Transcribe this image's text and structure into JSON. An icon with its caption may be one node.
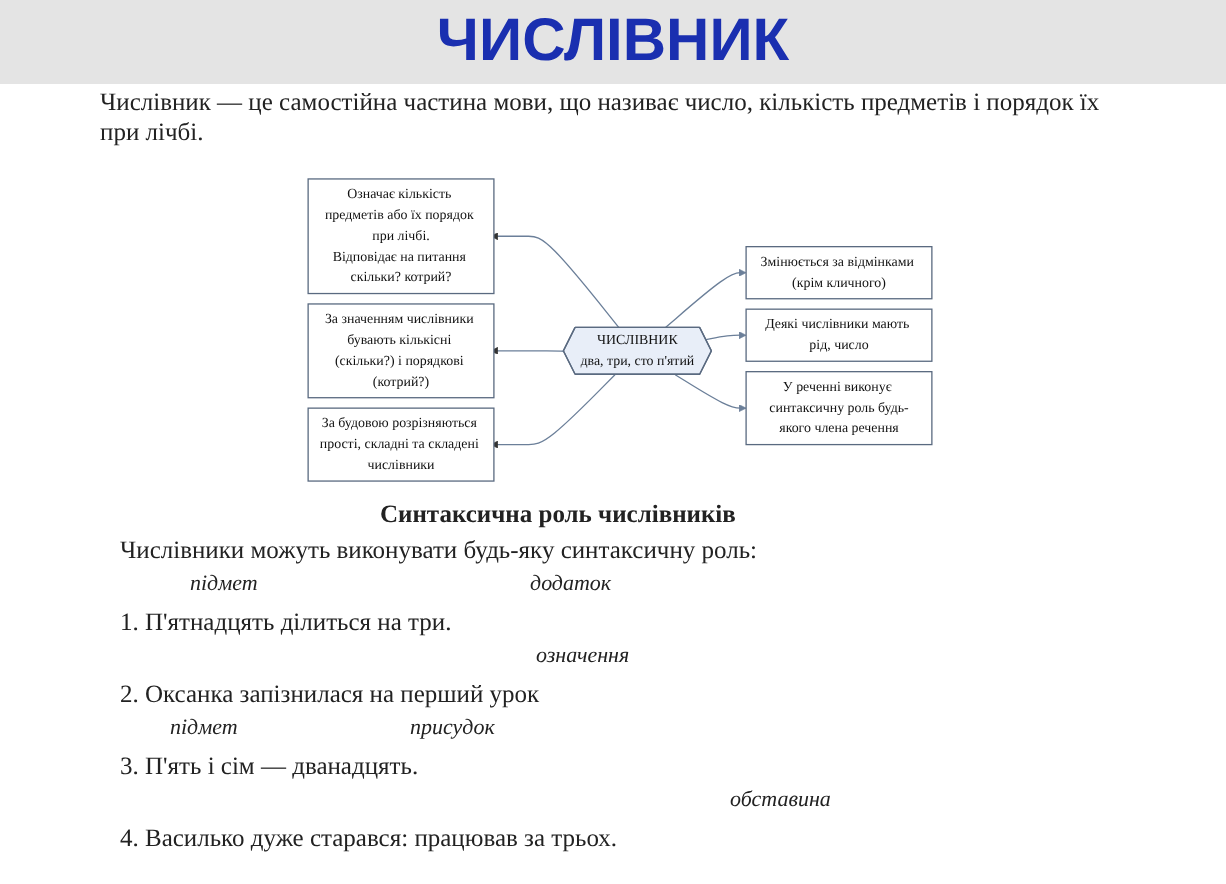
{
  "diagram": {
    "title": "ЧИСЛІВНИК",
    "nodes": [
      {
        "text": [
          "Означає кількість предметів або їх порядок при лічбі.",
          "Відповідає на питання скільки? котрий?"
        ]
      },
      {
        "text": [
          "Змінюється за відмінками (крім кличного)"
        ]
      },
      {
        "text": [
          "За значенням числівники бувають кількісні (скільки?) і порядкові (котрий?)"
        ]
      },
      {
        "text": [
          "ЧИСЛІВНИК",
          "два, три, сто п'ятий"
        ]
      },
      {
        "text": [
          "Деякі числівники мають рід, число"
        ]
      },
      {
        "text": [
          "За будовою розрізняються прості, складні та складені числівники"
        ]
      },
      {
        "text": [
          "У реченні виконує синтаксичну роль будь-якого члена речення"
        ]
      }
    ],
    "edges": [
      {
        "from": 3,
        "to": 0,
        "arrow": "to"
      },
      {
        "from": 3,
        "to": 1,
        "arrow": "to"
      },
      {
        "from": 3,
        "to": 2,
        "arrow": "to"
      },
      {
        "from": 3,
        "to": 4,
        "arrow": "to"
      },
      {
        "from": 3,
        "to": 5,
        "arrow": "to"
      },
      {
        "from": 3,
        "to": 6,
        "arrow": "to"
      }
    ],
    "labels": [
      "Числівник — це самостійна частина мови, що називає число, кількість предметів і порядок їх при лічбі.",
      "Синтаксична роль числівників",
      "Числівники можуть виконувати будь-яку синтаксичну роль:",
      "підмет",
      "додаток",
      "1. П'ятнадцять ділиться на три.",
      "означення",
      "2. Оксанка запізнилася на перший урок",
      "підмет",
      "присудок",
      "3. П'ять і сім — дванадцять.",
      "обставина",
      "4. Василько дуже старався: працював за трьох."
    ]
  }
}
